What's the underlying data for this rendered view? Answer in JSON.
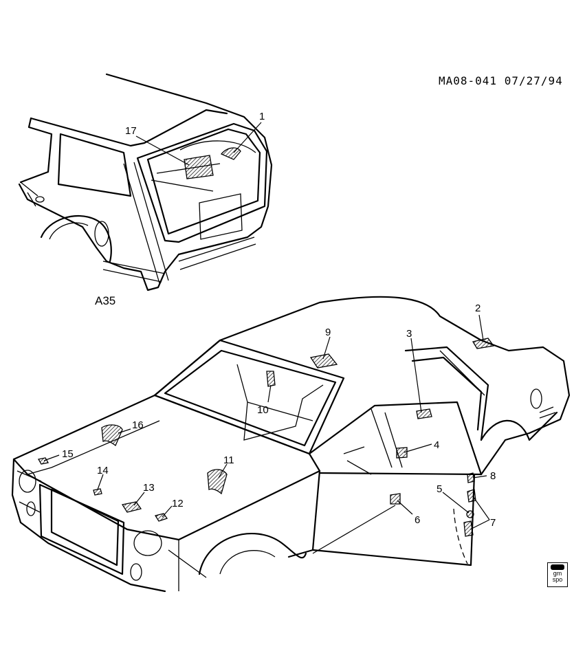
{
  "header": {
    "ref": "MA08-041 07/27/94"
  },
  "inset": {
    "label": "A35"
  },
  "callouts": [
    "1",
    "2",
    "3",
    "4",
    "5",
    "6",
    "7",
    "8",
    "9",
    "10",
    "11",
    "12",
    "13",
    "14",
    "15",
    "16",
    "17"
  ],
  "logo": {
    "line1": "gm",
    "line2": "spo"
  }
}
